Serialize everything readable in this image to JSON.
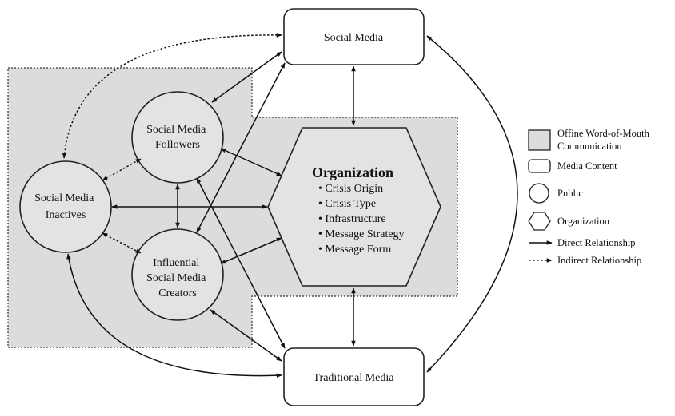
{
  "nodes": {
    "social_media": "Social Media",
    "traditional_media": "Traditional Media",
    "followers": [
      "Social Media",
      "Followers"
    ],
    "inactives": [
      "Social Media",
      "Inactives"
    ],
    "creators": [
      "Influential",
      "Social Media",
      "Creators"
    ]
  },
  "organization": {
    "title": "Organization",
    "items": [
      "• Crisis Origin",
      "• Crisis Type",
      "• Infrastructure",
      "• Message Strategy",
      "• Message Form"
    ]
  },
  "legend": {
    "wom": [
      "Offine Word-of-Mouth",
      "Communication"
    ],
    "media_content": "Media Content",
    "public": "Public",
    "organization": "Organization",
    "direct": "Direct Relationship",
    "indirect": "Indirect Relationship"
  },
  "colors": {
    "region_fill": "#dcdcdc",
    "node_fill": "#e3e3e3",
    "stroke": "#222222",
    "background": "#ffffff"
  }
}
